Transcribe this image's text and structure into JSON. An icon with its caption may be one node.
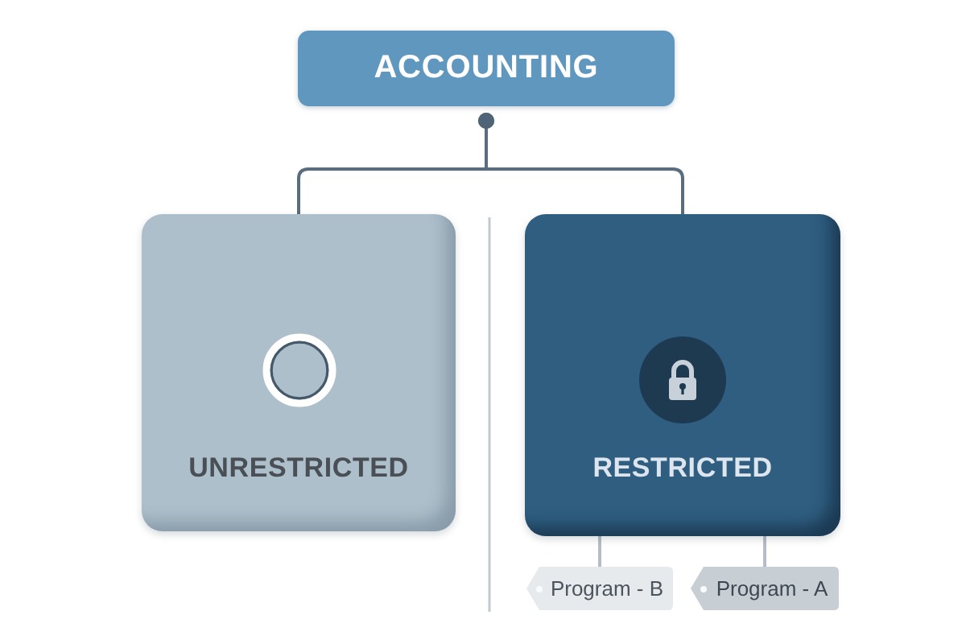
{
  "diagram": {
    "nodes": [
      {
        "text": [
          "ACCOUNTING"
        ]
      },
      {
        "text": [
          "UNRESTRICTED"
        ]
      },
      {
        "text": [
          "RESTRICTED"
        ]
      },
      {
        "text": [
          "Program - B"
        ]
      },
      {
        "text": [
          "Program - A"
        ]
      }
    ],
    "edges": [
      {
        "from": 0,
        "to": 1,
        "arrow": "other"
      },
      {
        "from": 0,
        "to": 2,
        "arrow": "other"
      },
      {
        "from": 2,
        "to": 3,
        "arrow": "none",
        "color": "#b5bec6"
      },
      {
        "from": 2,
        "to": 4,
        "arrow": "none",
        "color": "#b5bec6"
      }
    ]
  }
}
